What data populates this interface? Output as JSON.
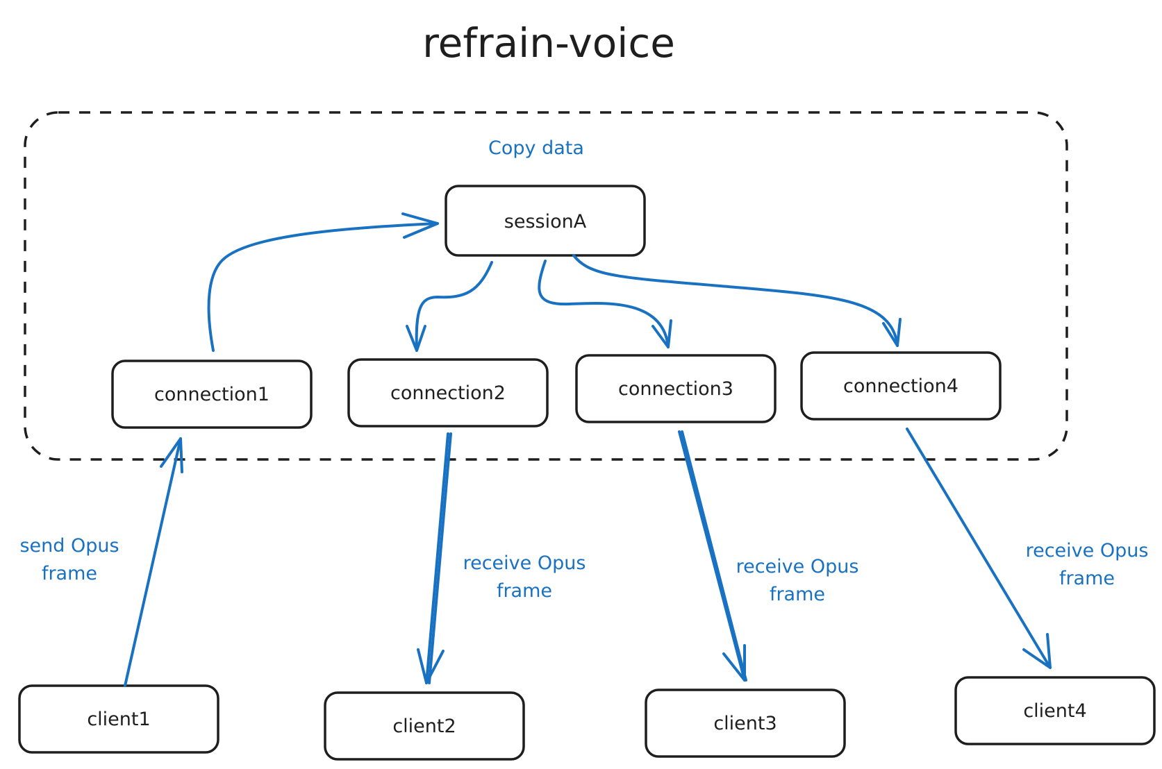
{
  "title": "refrain-voice",
  "group_label": "Copy data",
  "session": {
    "label": "sessionA"
  },
  "connections": [
    {
      "label": "connection1"
    },
    {
      "label": "connection2"
    },
    {
      "label": "connection3"
    },
    {
      "label": "connection4"
    }
  ],
  "clients": [
    {
      "label": "client1"
    },
    {
      "label": "client2"
    },
    {
      "label": "client3"
    },
    {
      "label": "client4"
    }
  ],
  "edge_labels": {
    "send": [
      "send Opus",
      "frame"
    ],
    "receive2": [
      "receive Opus",
      "frame"
    ],
    "receive3": [
      "receive Opus",
      "frame"
    ],
    "receive4": [
      "receive Opus",
      "frame"
    ]
  },
  "colors": {
    "ink": "#1e1e1e",
    "accent": "#1971c2"
  }
}
